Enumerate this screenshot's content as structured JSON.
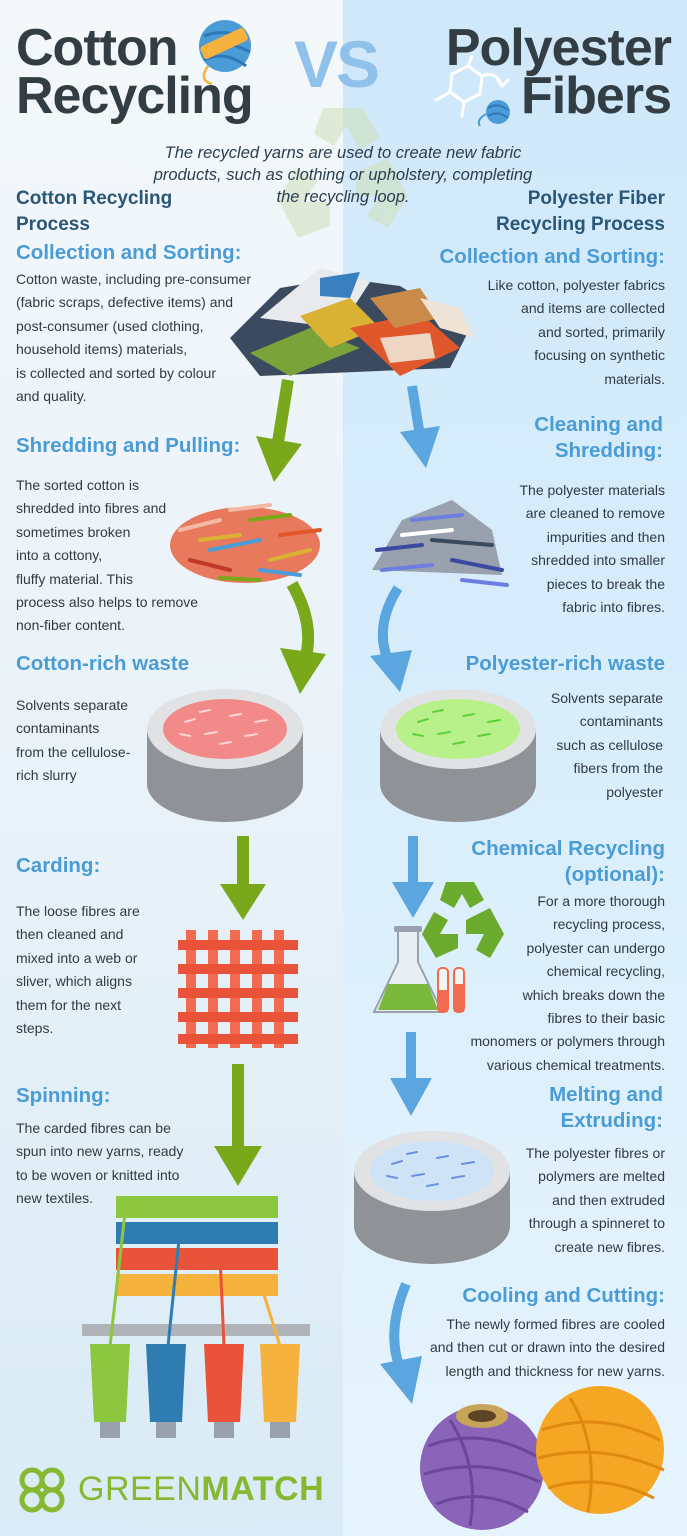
{
  "header": {
    "left_title_line1": "Cotton",
    "left_title_line2": "Recycling",
    "vs": "VS",
    "right_title_line1": "Polyester",
    "right_title_line2": "Fibers",
    "subtitle_line1": "The recycled yarns are used to create new fabric",
    "subtitle_line2": "products, such as clothing or upholstery, completing",
    "subtitle_line3": "the recycling loop."
  },
  "cotton": {
    "process_title_line1": "Cotton Recycling",
    "process_title_line2": "Process",
    "steps": [
      {
        "title": "Collection and Sorting:",
        "lines": [
          "Cotton waste, including pre-consumer",
          "(fabric scraps, defective items) and",
          "post-consumer (used clothing,",
          "household items) materials,",
          "is collected and sorted by colour",
          "and quality."
        ]
      },
      {
        "title": "Shredding and Pulling:",
        "lines": [
          "The sorted cotton is",
          "shredded into fibres and",
          "sometimes broken",
          "into a cottony,",
          "fluffy material. This",
          "process also helps to remove",
          "non-fiber content."
        ]
      },
      {
        "title": "Cotton-rich waste",
        "lines": [
          "Solvents separate",
          "contaminants",
          "from the cellulose-",
          "rich slurry"
        ]
      },
      {
        "title": "Carding:",
        "lines": [
          "The loose fibres are",
          "then cleaned and",
          "mixed into a web or",
          "sliver, which aligns",
          "them for the next",
          "steps."
        ]
      },
      {
        "title": "Spinning:",
        "lines": [
          "The carded fibres can be",
          "spun into new yarns, ready",
          "to be woven or knitted into",
          "new textiles."
        ]
      }
    ]
  },
  "polyester": {
    "process_title_line1": "Polyester Fiber",
    "process_title_line2": "Recycling Process",
    "steps": [
      {
        "title_lines": [
          "Collection and Sorting:"
        ],
        "lines": [
          "Like cotton, polyester fabrics",
          "and items are collected",
          "and sorted, primarily",
          "focusing on synthetic",
          "materials."
        ]
      },
      {
        "title_lines": [
          "Cleaning and",
          "Shredding:"
        ],
        "lines": [
          "The polyester materials",
          "are cleaned to remove",
          "impurities and then",
          "shredded into smaller",
          "pieces to break the",
          "fabric into fibres."
        ]
      },
      {
        "title_lines": [
          "Polyester-rich waste"
        ],
        "lines": [
          "Solvents separate",
          "contaminants",
          "such as cellulose",
          "fibers from the",
          "polyester"
        ]
      },
      {
        "title_lines": [
          "Chemical Recycling",
          "(optional):"
        ],
        "lines": [
          "For a more thorough",
          "recycling process,",
          "polyester can undergo",
          "chemical recycling,",
          "which breaks down the",
          "fibres to their basic",
          "monomers or polymers through",
          "various chemical treatments."
        ]
      },
      {
        "title_lines": [
          "Melting and",
          "Extruding:"
        ],
        "lines": [
          "The polyester fibres or",
          "polymers are melted",
          "and then extruded",
          "through a spinneret to",
          "create new fibres."
        ]
      },
      {
        "title_lines": [
          "Cooling and Cutting:"
        ],
        "lines": [
          "The newly formed fibres are cooled",
          "and then cut or drawn into the desired",
          "length and thickness for new yarns."
        ]
      }
    ]
  },
  "logo": {
    "part1": "GREEN",
    "part2": "MATCH"
  },
  "colors": {
    "cotton_arrow": "#79a91a",
    "poly_arrow": "#5ba6de",
    "title_dark": "#333d44",
    "step_blue": "#4a9cd6",
    "brand_green": "#86b832"
  }
}
